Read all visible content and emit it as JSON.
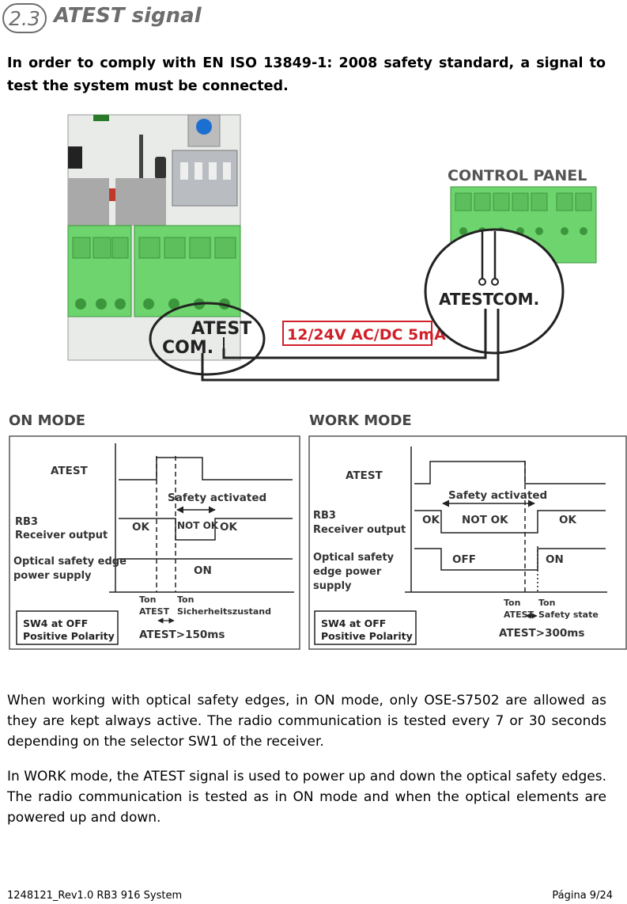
{
  "section": {
    "number": "2.3",
    "title": "ATEST signal"
  },
  "intro": "In order to comply with EN ISO 13849-1: 2008 safety standard, a signal to test the system must be connected.",
  "wiring": {
    "control_panel": "CONTROL PANEL",
    "atest": "ATEST",
    "com": "COM.",
    "supply": "12/24V AC/DC 5mA"
  },
  "on_mode": {
    "title": "ON MODE",
    "atest": "ATEST",
    "safety_activated": "Safety activated",
    "rb3": "RB3",
    "receiver_output": "Receiver output",
    "ok": "OK",
    "not_ok": "NOT OK",
    "edge_line1": "Optical safety edge",
    "edge_line2": "power supply",
    "on": "ON",
    "ton_1": "Ton",
    "ton_2": "Ton",
    "ton_atest": "ATEST",
    "ton_state": "Sicherheitszustand",
    "sw4_line1": "SW4 at OFF",
    "sw4_line2": "Positive Polarity",
    "timing": "ATEST>150ms"
  },
  "work_mode": {
    "title": "WORK MODE",
    "atest": "ATEST",
    "safety_activated": "Safety activated",
    "rb3": "RB3",
    "receiver_output": "Receiver output",
    "ok": "OK",
    "not_ok": "NOT OK",
    "edge_line1": "Optical safety",
    "edge_line2": "edge power",
    "edge_line3": "supply",
    "off": "OFF",
    "on": "ON",
    "ton_1": "Ton",
    "ton_2": "Ton",
    "ton_atest": "ATEST",
    "ton_state": "Safety state",
    "sw4_line1": "SW4 at OFF",
    "sw4_line2": "Positive Polarity",
    "timing": "ATEST>300ms"
  },
  "para1": "When working with optical safety edges, in ON mode, only OSE-S7502 are allowed as they are kept always active. The radio communication is tested every 7 or 30 seconds depending on the selector SW1 of the receiver.",
  "para2": "In WORK mode, the ATEST signal is used to power up and down the optical safety edges. The radio communication is tested as in ON mode and when the optical elements are powered up and down.",
  "footer": {
    "doc": "1248121_Rev1.0 RB3 916 System",
    "page": "Página 9/24"
  },
  "colors": {
    "heading_gray": "#6d6d6d",
    "terminal_green": "#6ed46e",
    "supply_red": "#d0202a",
    "pcb_gray": "#e9ebe9"
  }
}
